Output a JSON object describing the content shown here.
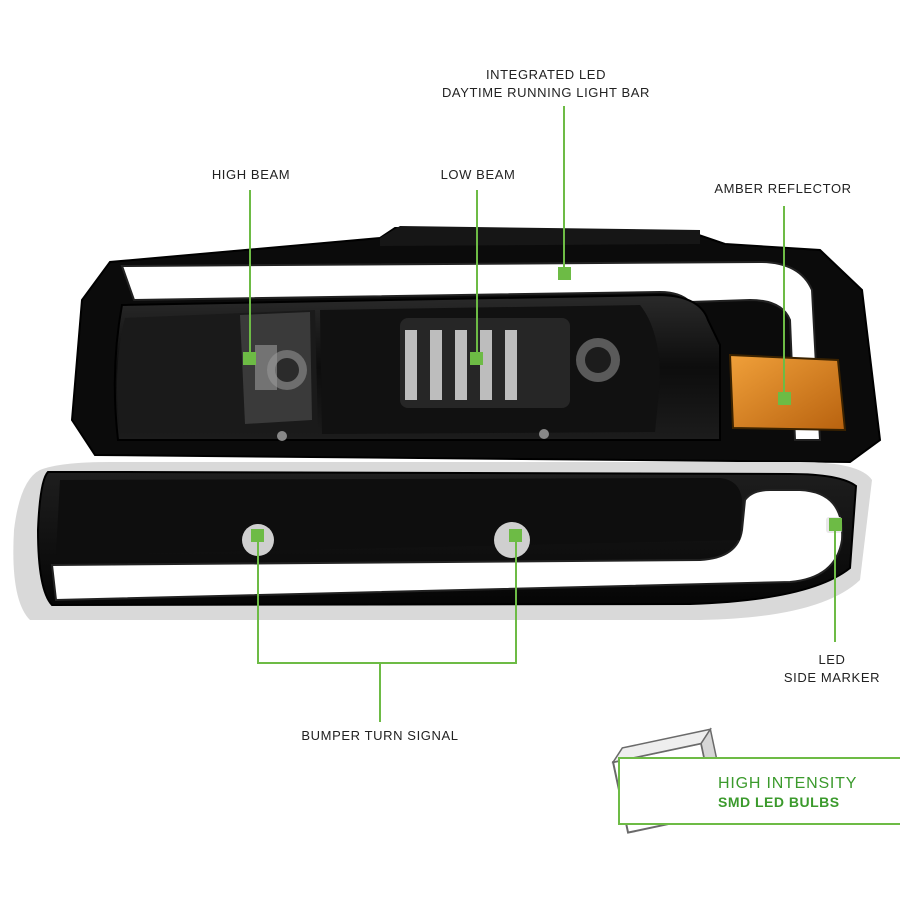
{
  "callouts": {
    "drl": {
      "line1": "INTEGRATED LED",
      "line2": "DAYTIME RUNNING LIGHT BAR"
    },
    "high_beam": "HIGH BEAM",
    "low_beam": "LOW BEAM",
    "amber_reflector": "AMBER REFLECTOR",
    "side_marker": {
      "line1": "LED",
      "line2": "SIDE MARKER"
    },
    "bumper_turn_signal": "BUMPER TURN SIGNAL"
  },
  "badge": {
    "line1": "HIGH INTENSITY",
    "line2": "SMD LED BULBS"
  },
  "colors": {
    "callout_green": "#6dbb45",
    "housing_black": "#0b0b0b",
    "amber": "#e08a1e",
    "badge_text": "#3b9a2c",
    "chip_yellow": "#f2e36a"
  }
}
